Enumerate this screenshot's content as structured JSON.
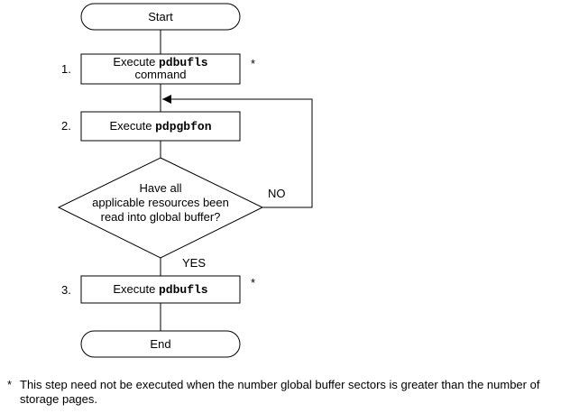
{
  "flowchart": {
    "start": "Start",
    "end": "End",
    "step1": {
      "number": "1.",
      "prefix": "Execute",
      "command": "pdbufls",
      "line2": "command",
      "marker": "*"
    },
    "step2": {
      "number": "2.",
      "prefix": "Execute",
      "command": "pdpgbfon"
    },
    "decision": {
      "line1": "Have all",
      "line2": "applicable resources been",
      "line3": "read into global buffer?",
      "no": "NO",
      "yes": "YES"
    },
    "step3": {
      "number": "3.",
      "prefix": "Execute",
      "command": "pdbufls",
      "marker": "*"
    }
  },
  "footnote": {
    "marker": "*",
    "text": "This step need not be executed when the number global buffer sectors is greater than the number of storage pages."
  }
}
